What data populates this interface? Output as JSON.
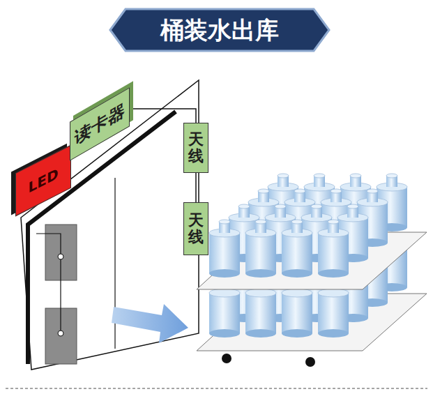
{
  "diagram": {
    "title": "桶装水出库",
    "nodes": [
      {
        "text": [
          "LED"
        ]
      },
      {
        "text": [
          "读卡器"
        ]
      },
      {
        "text": [
          "天线"
        ]
      },
      {
        "text": [
          "天线"
        ]
      }
    ],
    "edges": [
      {
        "from": 1,
        "to": 2,
        "arrow": "none"
      },
      {
        "from": 2,
        "to": 3,
        "arrow": "none"
      }
    ]
  }
}
